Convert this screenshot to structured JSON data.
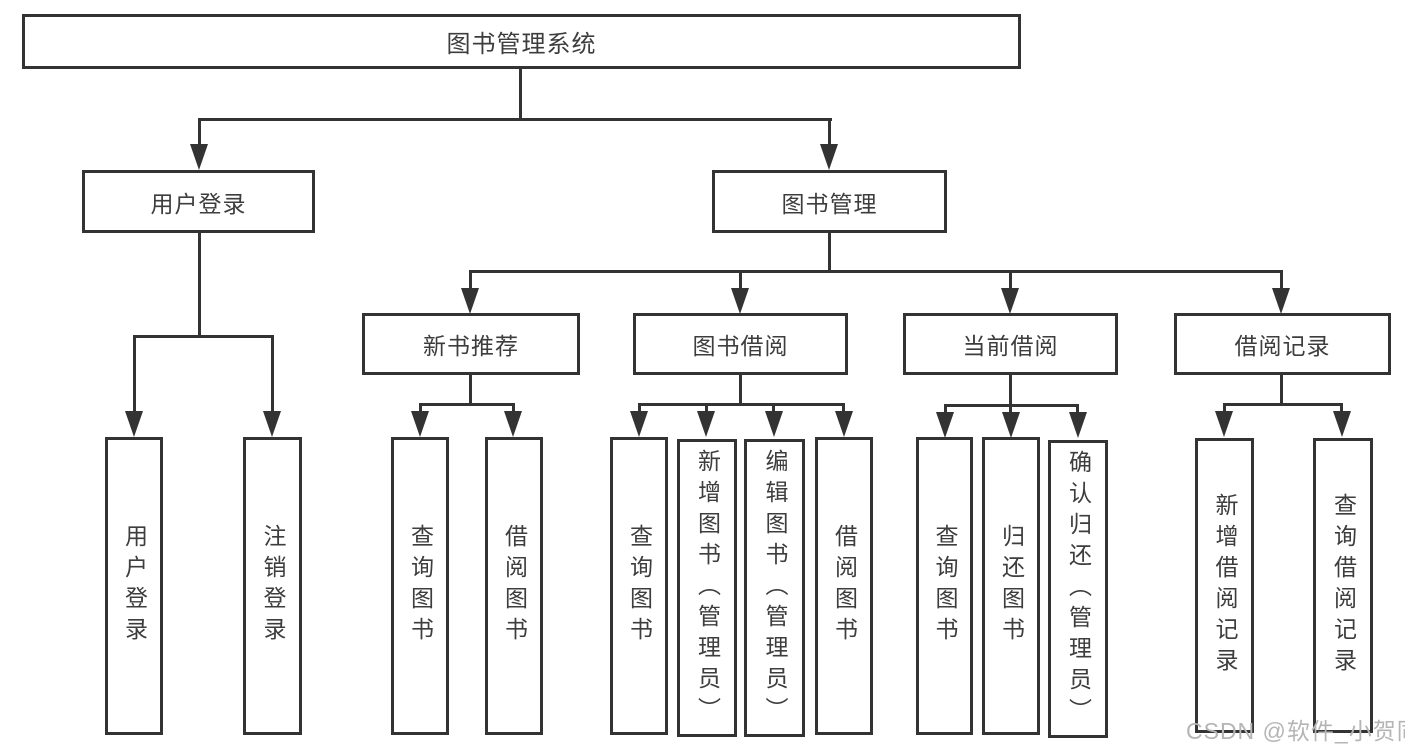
{
  "tree": {
    "label": "图书管理系统",
    "children": [
      {
        "label": "用户登录",
        "children": [
          {
            "label": "用户登录"
          },
          {
            "label": "注销登录"
          }
        ]
      },
      {
        "label": "图书管理",
        "children": [
          {
            "label": "新书推荐",
            "children": [
              {
                "label": "查询图书"
              },
              {
                "label": "借阅图书"
              }
            ]
          },
          {
            "label": "图书借阅",
            "children": [
              {
                "label": "查询图书"
              },
              {
                "label": "新增图书（管理员）"
              },
              {
                "label": "编辑图书（管理员）"
              },
              {
                "label": "借阅图书"
              }
            ]
          },
          {
            "label": "当前借阅",
            "children": [
              {
                "label": "查询图书"
              },
              {
                "label": "归还图书"
              },
              {
                "label": "确认归还（管理员）"
              }
            ]
          },
          {
            "label": "借阅记录",
            "children": [
              {
                "label": "新增借阅记录"
              },
              {
                "label": "查询借阅记录"
              }
            ]
          }
        ]
      }
    ]
  },
  "watermark": {
    "text": "CSDN @软件_小贺同学"
  },
  "colors": {
    "line": "#333333",
    "text": "#3d3d3d",
    "watermark": "#b5b5b5",
    "background": "#ffffff"
  }
}
